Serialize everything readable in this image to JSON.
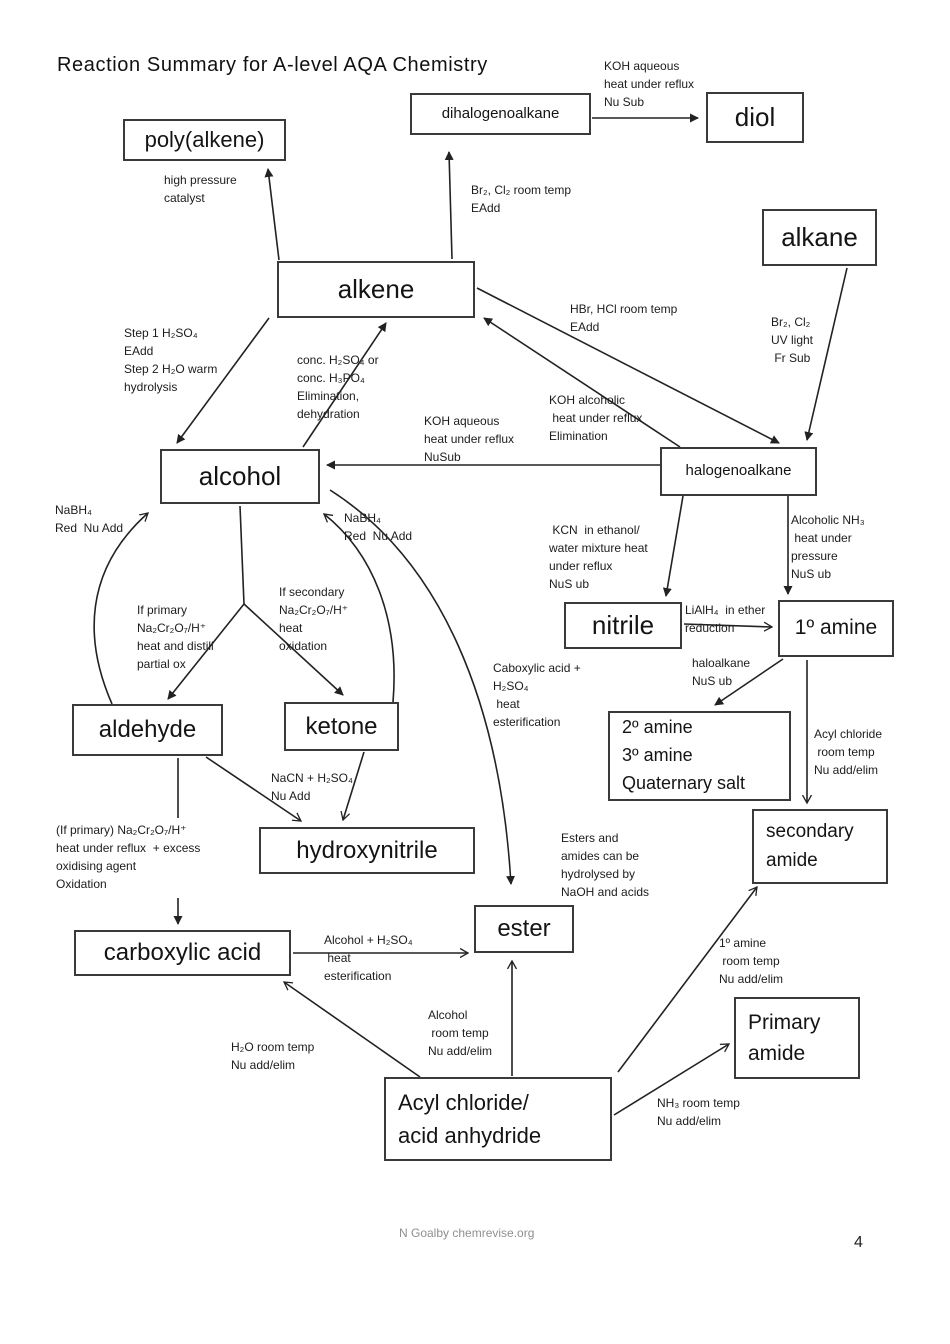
{
  "title": "Reaction Summary for A-level AQA Chemistry",
  "boxes": {
    "poly_alkene": "poly(alkene)",
    "dihalogenoalkane": "dihalogenoalkane",
    "diol": "diol",
    "alkane": "alkane",
    "alkene": "alkene",
    "alcohol": "alcohol",
    "halogenoalkane": "halogenoalkane",
    "nitrile": "nitrile",
    "primary_amine": "1º amine",
    "aldehyde": "aldehyde",
    "ketone": "ketone",
    "amines_2_3": "2º amine\n3º amine\nQuaternary salt",
    "hydroxynitrile": "hydroxynitrile",
    "secondary_amide": "secondary\namide",
    "carboxylic_acid": "carboxylic acid",
    "ester": "ester",
    "primary_amide": "Primary\namide",
    "acyl_chloride": "Acyl chloride/\nacid anhydride"
  },
  "labels": {
    "koh_aqueous_top": "KOH aqueous\nheat under reflux\nNu Sub",
    "high_pressure": "high pressure\ncatalyst",
    "br2_cl2_room": "Br₂, Cl₂ room temp\nEAdd",
    "hbr_hcl": "HBr, HCl room temp\nEAdd",
    "br2_cl2_uv": "Br₂, Cl₂\nUV light\n Fr Sub",
    "step1_h2so4": "Step 1 H₂SO₄\nEAdd\nStep 2 H₂O warm\nhydrolysis",
    "conc_h2so4": "conc. H₂SO₄ or\nconc. H₃PO₄\nElimination,\ndehydration",
    "koh_aqueous_mid": "KOH aqueous\nheat under reflux\nNuSub",
    "koh_alcoholic": "KOH alcoholic\n heat under reflux\nElimination",
    "nabh4_left": "NaBH₄\nRed  Nu Add",
    "nabh4_right": "NaBH₄\nRed  Nu Add",
    "kcn": " KCN  in ethanol/\nwater mixture heat\nunder reflux\nNuS ub",
    "alcoholic_nh3": "Alcoholic NH₃\n heat under\npressure\nNuS ub",
    "lialh4": "LiAlH₄  in ether\nreduction",
    "haloalkane_nusub": "haloalkane\nNuS ub",
    "if_primary": "If primary\nNa₂Cr₂O₇/H⁺\nheat and distill\npartial ox",
    "if_secondary": "If secondary\nNa₂Cr₂O₇/H⁺\nheat\noxidation",
    "carboxylic_esterif": "Caboxylic acid +\nH₂SO₄\n heat\nesterification",
    "nacn_h2so4": "NaCN + H₂SO₄\nNu Add",
    "acyl_chloride_rt": "Acyl chloride\n room temp\nNu add/elim",
    "if_primary_oxidation": "(If primary) Na₂Cr₂O₇/H⁺\nheat under reflux  + excess\noxidising agent\nOxidation",
    "esters_hydrolysis": "Esters and\namides can be\nhydrolysed by\nNaOH and acids",
    "alcohol_h2so4": "Alcohol + H₂SO₄\n heat\nesterification",
    "amine1_rt": "1º amine\n room temp\nNu add/elim",
    "h2o_rt": "H₂O room temp\nNu add/elim",
    "alcohol_rt": "Alcohol\n room temp\nNu add/elim",
    "nh3_rt": "NH₃ room temp\nNu add/elim"
  },
  "footer": {
    "credit": "N Goalby chemrevise.org",
    "page_number": "4"
  }
}
